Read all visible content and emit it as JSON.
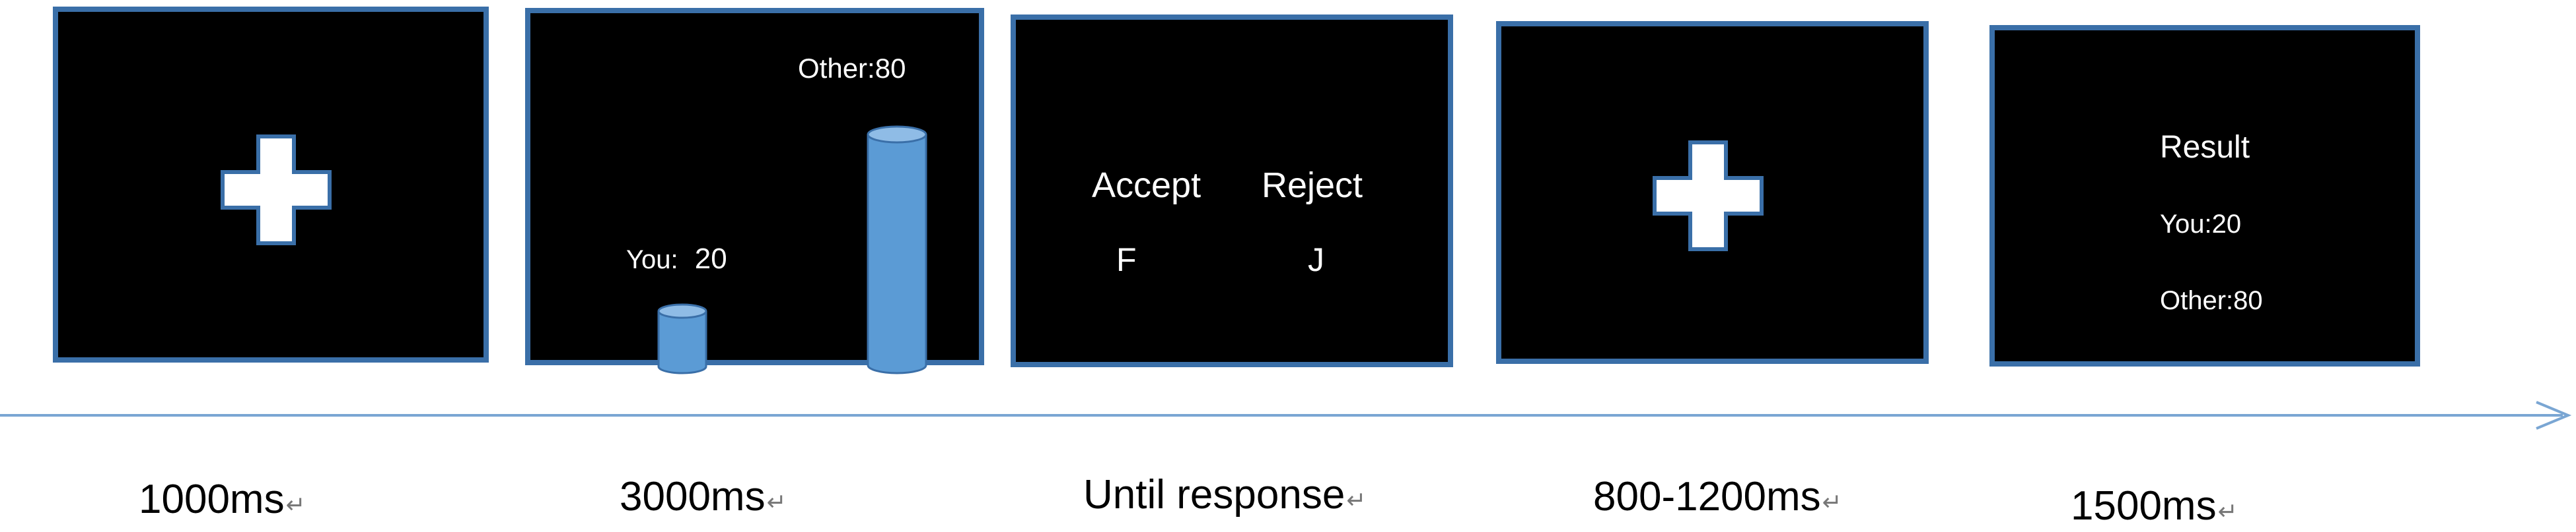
{
  "screens": [
    {
      "id": "fixation-1",
      "content": "cross"
    },
    {
      "id": "offer",
      "you_label": "You:",
      "you_value": "20",
      "other_label": "Other:80"
    },
    {
      "id": "decision",
      "accept_label": "Accept",
      "reject_label": "Reject",
      "accept_key": "F",
      "reject_key": "J"
    },
    {
      "id": "fixation-2",
      "content": "cross"
    },
    {
      "id": "result",
      "result_title": "Result",
      "you_result": "You:20",
      "other_result": "Other:80"
    }
  ],
  "durations": [
    "1000ms",
    "3000ms",
    "Until response",
    "800-1200ms",
    "1500ms"
  ],
  "return_glyph": "↵",
  "colors": {
    "screen_fill": "#000000",
    "screen_border": "#3a6fa8",
    "bar": "#5b9bd5",
    "arrow": "#7aa6d3"
  }
}
